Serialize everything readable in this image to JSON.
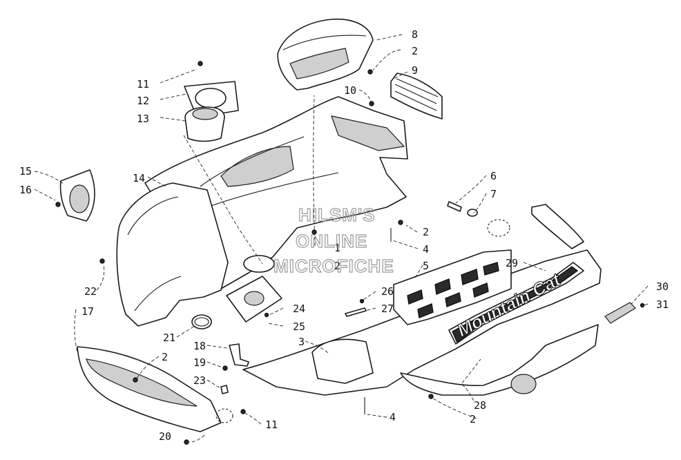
{
  "callouts": [
    {
      "id": "c1",
      "label": "1"
    },
    {
      "id": "c2a",
      "label": "2"
    },
    {
      "id": "c2b",
      "label": "2"
    },
    {
      "id": "c2c",
      "label": "2"
    },
    {
      "id": "c2d",
      "label": "2"
    },
    {
      "id": "c2e",
      "label": "2"
    },
    {
      "id": "c3",
      "label": "3"
    },
    {
      "id": "c4a",
      "label": "4"
    },
    {
      "id": "c4b",
      "label": "4"
    },
    {
      "id": "c5",
      "label": "5"
    },
    {
      "id": "c6",
      "label": "6"
    },
    {
      "id": "c7",
      "label": "7"
    },
    {
      "id": "c8",
      "label": "8"
    },
    {
      "id": "c9",
      "label": "9"
    },
    {
      "id": "c10",
      "label": "10"
    },
    {
      "id": "c11a",
      "label": "11"
    },
    {
      "id": "c11b",
      "label": "11"
    },
    {
      "id": "c12",
      "label": "12"
    },
    {
      "id": "c13",
      "label": "13"
    },
    {
      "id": "c14",
      "label": "14"
    },
    {
      "id": "c15",
      "label": "15"
    },
    {
      "id": "c16",
      "label": "16"
    },
    {
      "id": "c17",
      "label": "17"
    },
    {
      "id": "c18",
      "label": "18"
    },
    {
      "id": "c19",
      "label": "19"
    },
    {
      "id": "c20",
      "label": "20"
    },
    {
      "id": "c21",
      "label": "21"
    },
    {
      "id": "c22",
      "label": "22"
    },
    {
      "id": "c23",
      "label": "23"
    },
    {
      "id": "c24",
      "label": "24"
    },
    {
      "id": "c25",
      "label": "25"
    },
    {
      "id": "c26",
      "label": "26"
    },
    {
      "id": "c27",
      "label": "27"
    },
    {
      "id": "c28",
      "label": "28"
    },
    {
      "id": "c29",
      "label": "29"
    },
    {
      "id": "c30",
      "label": "30"
    },
    {
      "id": "c31",
      "label": "31"
    }
  ],
  "watermark": {
    "line1": "HILSM'S",
    "line2": "ONLINE",
    "line3": "MICROFICHE"
  },
  "decal_text": "Mountain Cat"
}
